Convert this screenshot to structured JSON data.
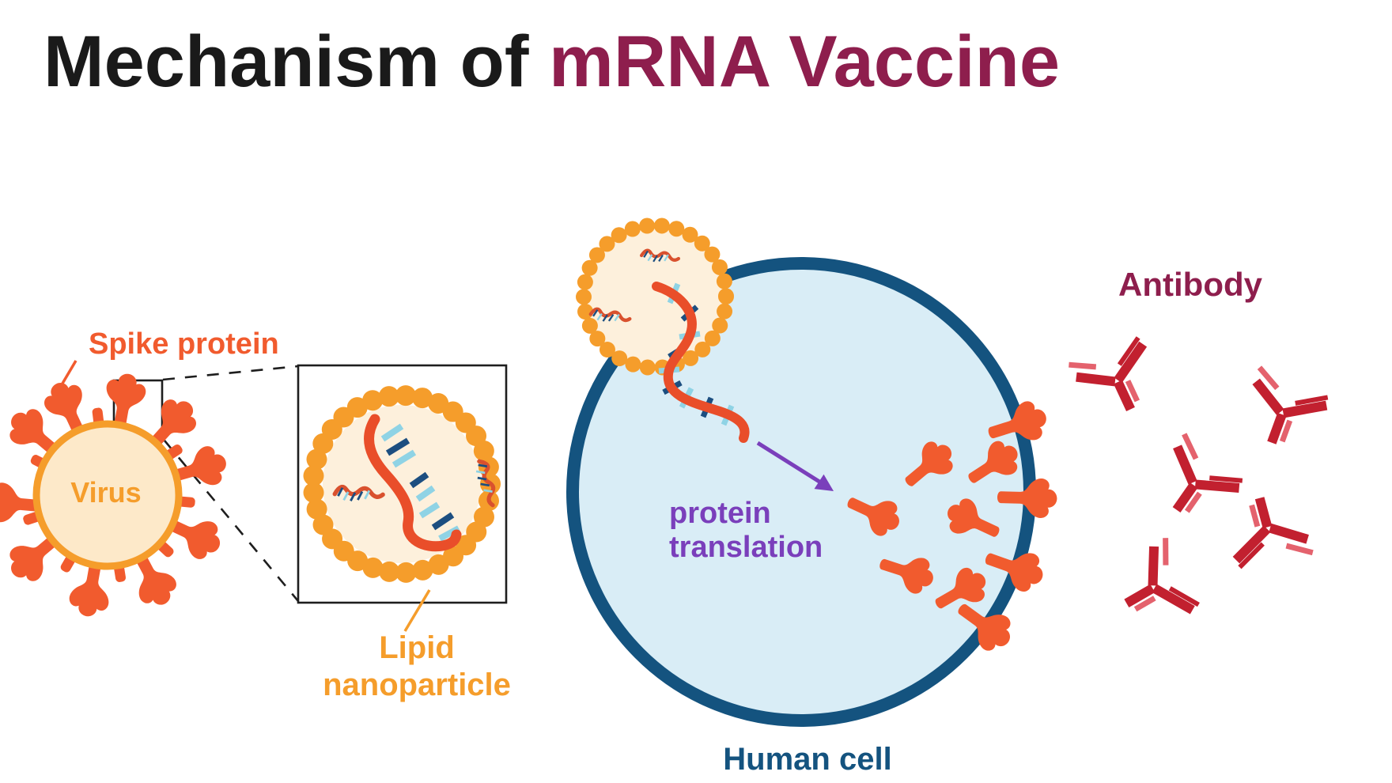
{
  "title": {
    "prefix": "Mechanism of ",
    "accent": "mRNA Vaccine"
  },
  "labels": {
    "spike_protein": "Spike protein",
    "virus": "Virus",
    "lipid_nanoparticle_line1": "Lipid",
    "lipid_nanoparticle_line2": "nanoparticle",
    "protein_translation_line1": "protein",
    "protein_translation_line2": "translation",
    "human_cell": "Human cell",
    "antibody": "Antibody"
  },
  "palette": {
    "ink": "#1a1a1a",
    "title_accent": "#8e1e4d",
    "orange": "#f59d2b",
    "spike_orange": "#f15b2e",
    "mrna_red": "#e94e2a",
    "squiggle_red": "#d9512e",
    "cream": "#fde9c9",
    "cream2": "#fdf0dc",
    "cell_fill": "#d9edf6",
    "cell_border": "#14537f",
    "stripe_cyan": "#8fd3e5",
    "stripe_navy": "#1c4e80",
    "purple": "#7a3fbb",
    "antibody_dark": "#c2202f",
    "antibody_light": "#e4626d",
    "line_dark": "#1e1e1e"
  }
}
